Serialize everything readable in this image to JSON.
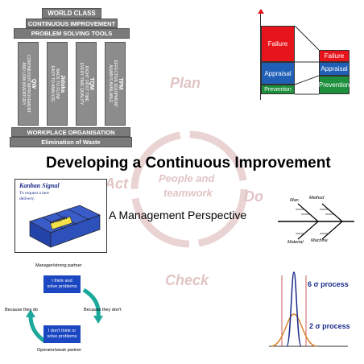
{
  "temple": {
    "title": "WORLD CLASS",
    "line2": "CONTINUOUS IMPROVEMENT",
    "line3": "PROBLEM SOLVING TOOLS",
    "pillars": [
      {
        "title": "QW",
        "text1": "CONTINUOUS IMPROVEMENT",
        "text2": "AND LOW INVENTORY"
      },
      {
        "title": "Jidoka",
        "text1": "BACK TO FLOW",
        "text2": "EASY TO ANALYZE"
      },
      {
        "title": "TQM",
        "text1": "RIGHT FIRST TIME",
        "text2": "EVERY TIME QUALITY"
      },
      {
        "title": "TPM",
        "text1": "EFFECTIVE EQUIPMENT",
        "text2": "ALWAYS AVAILABLE"
      }
    ],
    "base1": "WORKPLACE ORGANISATION",
    "base2": "Elimination of Waste"
  },
  "cycle": {
    "plan": "Plan",
    "do": "Do",
    "check": "Check",
    "act": "Act",
    "center1": "People and",
    "center2": "teamwork"
  },
  "main_title": "Developing a Continuous Improvement",
  "subtitle": "A Management Perspective",
  "cost": {
    "left": [
      "Failure",
      "Appraisal",
      "Prevention"
    ],
    "right": [
      "Failure",
      "Appraisal",
      "Prevention"
    ]
  },
  "kanban": {
    "title": "Kanban Signal",
    "text1": "To request a new",
    "text2": "delivery.",
    "card": "KANBAN"
  },
  "fishbone": {
    "man": "Man",
    "method": "Method",
    "material": "Material",
    "machine": "Machine"
  },
  "problem_cycle": {
    "top_label": "Manager/strong partner",
    "box1_line1": "I think and",
    "box1_line2": "solve problems",
    "right_label": "Because they don't",
    "left_label": "Because they do",
    "box2_line1": "I don't think or",
    "box2_line2": "solve problems",
    "bottom_label": "Operator/weak partner"
  },
  "sigma": {
    "six": "6 σ process",
    "two": "2 σ process"
  },
  "colors": {
    "failure": "#e8141b",
    "appraisal": "#1f5fb6",
    "prevention": "#1e8f3c",
    "cycle": "#d9b3b3",
    "blue_box": "#1c47c2",
    "teal_arrow": "#1ca89a"
  }
}
